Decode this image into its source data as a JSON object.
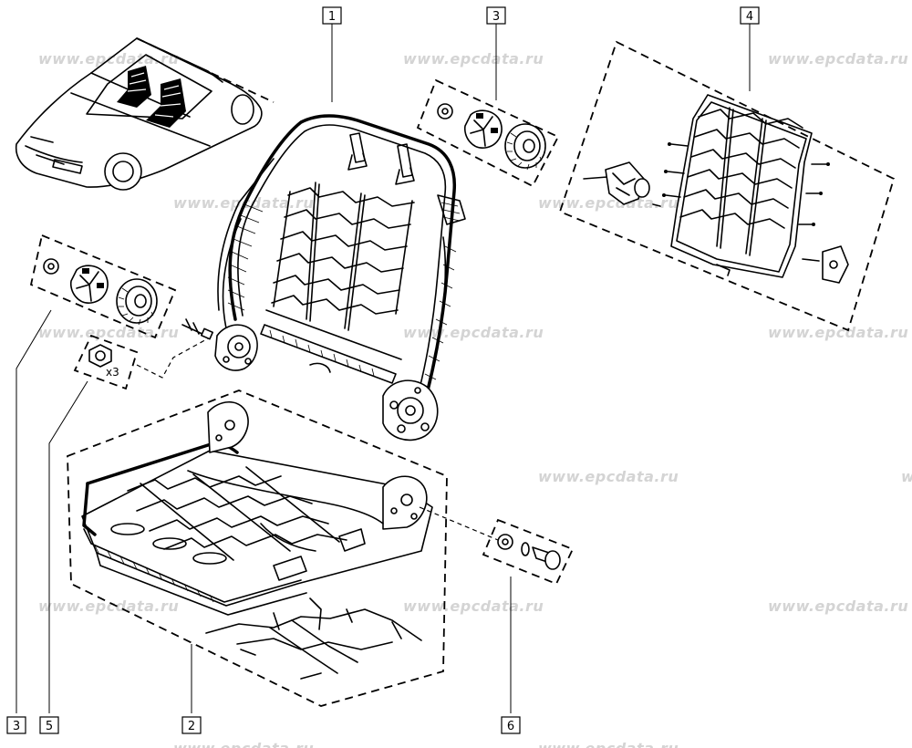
{
  "diagram": {
    "watermark": "www.epcdata.ru",
    "callouts": [
      {
        "id": "1",
        "label": "1"
      },
      {
        "id": "2",
        "label": "2"
      },
      {
        "id": "3-top",
        "label": "3"
      },
      {
        "id": "3-left",
        "label": "3"
      },
      {
        "id": "4",
        "label": "4"
      },
      {
        "id": "5",
        "label": "5"
      },
      {
        "id": "6",
        "label": "6"
      }
    ],
    "quantity_label": "x3"
  }
}
